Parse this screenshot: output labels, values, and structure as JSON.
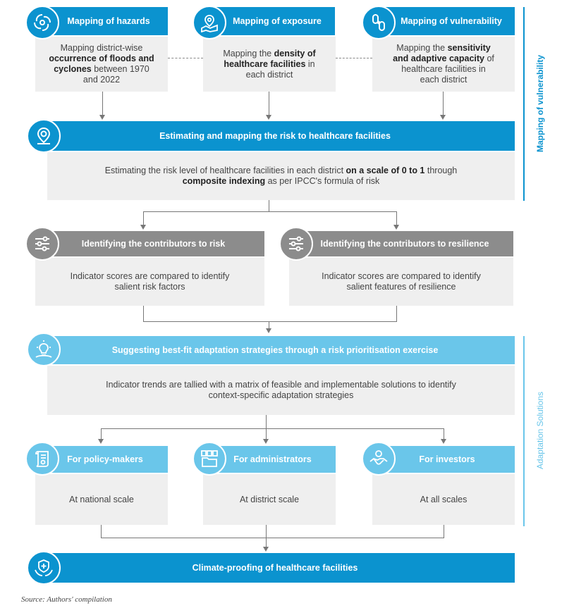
{
  "row1": [
    {
      "header": "Mapping of hazards",
      "icon": "cyclone-icon",
      "body": [
        {
          "t": "Mapping district-wise ",
          "b": false
        },
        {
          "t": "occurrence of floods and cyclones",
          "b": true
        },
        {
          "t": " between 1970 and 2022",
          "b": false
        }
      ]
    },
    {
      "header": "Mapping of exposure",
      "icon": "map-pin-icon",
      "body": [
        {
          "t": "Mapping the ",
          "b": false
        },
        {
          "t": "density of healthcare facilities",
          "b": true
        },
        {
          "t": " in each district",
          "b": false
        }
      ]
    },
    {
      "header": "Mapping of vulnerability",
      "icon": "broken-chain-icon",
      "body": [
        {
          "t": "Mapping the ",
          "b": false
        },
        {
          "t": "sensitivity and adaptive capacity",
          "b": true
        },
        {
          "t": " of healthcare facilities in each district",
          "b": false
        }
      ]
    }
  ],
  "risk": {
    "header": "Estimating and mapping the risk to healthcare facilities",
    "icon": "location-pin-icon",
    "body": [
      {
        "t": "Estimating the risk level of healthcare facilities in each district ",
        "b": false
      },
      {
        "t": "on a scale of 0 to 1",
        "b": true
      },
      {
        "t": " through ",
        "b": false
      },
      {
        "t": "composite indexing",
        "b": true
      },
      {
        "t": " as per IPCC's formula of risk",
        "b": false
      }
    ]
  },
  "contributors": [
    {
      "header": "Identifying the contributors to risk",
      "icon": "sliders-icon",
      "body": [
        {
          "t": "Indicator scores are compared to identify salient risk factors",
          "b": false
        }
      ]
    },
    {
      "header": "Identifying the contributors to resilience",
      "icon": "sliders-icon",
      "body": [
        {
          "t": "Indicator scores are compared to identify salient features of resilience",
          "b": false
        }
      ]
    }
  ],
  "strategy": {
    "header": "Suggesting best-fit adaptation strategies through a risk prioritisation exercise",
    "icon": "lightbulb-icon",
    "body": [
      {
        "t": "Indicator trends are tallied with a matrix of feasible and implementable solutions to identify context-specific adaptation strategies",
        "b": false
      }
    ]
  },
  "audiences": [
    {
      "header": "For policy-makers",
      "icon": "scroll-icon",
      "body": [
        {
          "t": "At national scale",
          "b": false
        }
      ]
    },
    {
      "header": "For administrators",
      "icon": "folder-icon",
      "body": [
        {
          "t": "At district scale",
          "b": false
        }
      ]
    },
    {
      "header": "For investors",
      "icon": "handshake-icon",
      "body": [
        {
          "t": "At all scales",
          "b": false
        }
      ]
    }
  ],
  "final": {
    "header": "Climate-proofing of healthcare facilities",
    "icon": "medical-hands-icon"
  },
  "side_labels": {
    "top": "Mapping of vulnerability",
    "bottom": "Adaptation Solutions"
  },
  "source": "Source: Authors' compilation",
  "colors": {
    "dark_blue": "#0b93cf",
    "light_blue": "#6ac6ea",
    "grey": "#8c8c8c",
    "box_fill": "#efefef"
  }
}
